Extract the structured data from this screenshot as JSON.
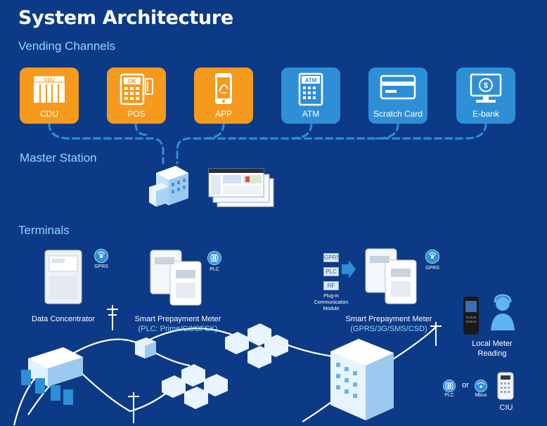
{
  "title": "System Architecture",
  "sections": {
    "vending": "Vending Channels",
    "master": "Master Station",
    "terminals": "Terminals"
  },
  "channels": [
    {
      "label": "CDU",
      "icon_text": "CDU",
      "color": "#f59a1c"
    },
    {
      "label": "POS",
      "icon_text": "OK",
      "color": "#f59a1c"
    },
    {
      "label": "APP",
      "color": "#f59a1c"
    },
    {
      "label": "ATM",
      "icon_text": "ATM",
      "color": "#2e8fd6"
    },
    {
      "label": "Scratch Card",
      "color": "#2e8fd6"
    },
    {
      "label": "E-bank",
      "icon_text": "$",
      "color": "#2e8fd6"
    }
  ],
  "terminals": {
    "data_concentrator": {
      "label": "Data Concentrator",
      "badge": "GPRS"
    },
    "plc_meter": {
      "label": "Smart Prepayment Meter",
      "sub": "(PLC: Prime/G3/SFSK)",
      "badge": "PLC"
    },
    "gprs_meter": {
      "label": "Smart Prepayment Meter",
      "sub": "(GPRS/3G/SMS/CSD)",
      "badge": "GPRS"
    },
    "modules": {
      "items": [
        "GPRS",
        "PLC",
        "RF"
      ],
      "caption_line1": "Plug-in",
      "caption_line2": "Communication",
      "caption_line3": "Module"
    },
    "local_reading": {
      "line1": "Local Meter",
      "line2": "Reading"
    },
    "ciu": {
      "label": "CIU",
      "plc": "PLC",
      "or": "or",
      "mbus": "Mbus"
    }
  },
  "colors": {
    "background": "#0d3a86",
    "orange": "#f59a1c",
    "blue_tile": "#2e8fd6",
    "accent_text": "#8fd8ff",
    "link": "#7fc4ff"
  }
}
